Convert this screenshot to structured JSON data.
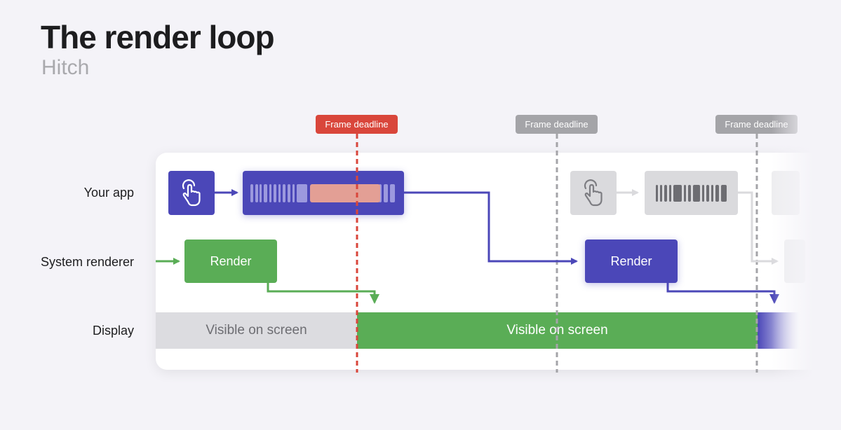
{
  "header": {
    "title": "The render loop",
    "subtitle": "Hitch"
  },
  "rows": {
    "app": "Your app",
    "renderer": "System renderer",
    "display": "Display"
  },
  "deadlines": [
    {
      "label": "Frame deadline",
      "status": "missed",
      "color": "#d9463b"
    },
    {
      "label": "Frame deadline",
      "status": "normal",
      "color": "#a4a4a8"
    },
    {
      "label": "Frame deadline",
      "status": "normal",
      "color": "#a4a4a8"
    }
  ],
  "render_blocks": [
    {
      "label": "Render",
      "color": "#5aad56"
    },
    {
      "label": "Render",
      "color": "#4b47b8"
    }
  ],
  "display_segments": [
    {
      "label": "Visible on screen",
      "color": "#dcdce0",
      "text_color": "#6d6d72"
    },
    {
      "label": "Visible on screen",
      "color": "#5aad56",
      "text_color": "#ffffff"
    }
  ],
  "icons": {
    "touch": "hand-tap-icon"
  },
  "colors": {
    "accent_purple": "#4b47b8",
    "accent_green": "#5aad56",
    "missed_red": "#d9463b",
    "highlight_pink": "#e39f95",
    "inactive_gray": "#dadadd"
  }
}
